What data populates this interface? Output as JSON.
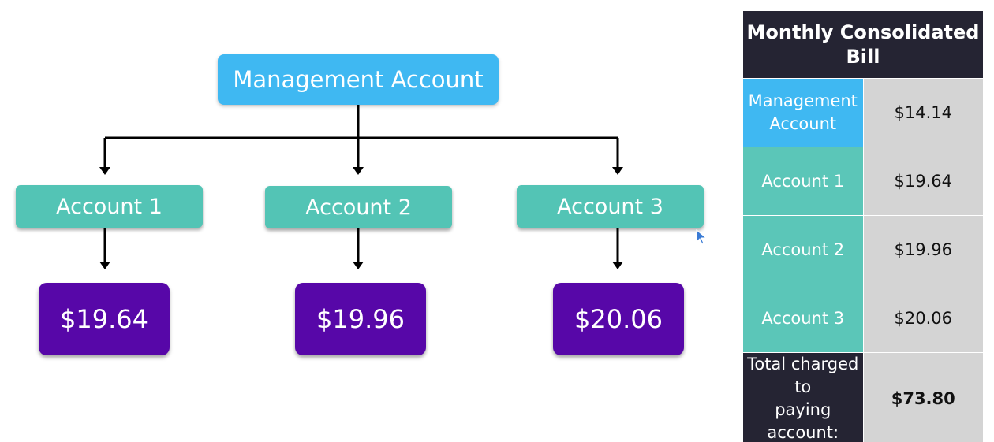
{
  "diagram": {
    "management": {
      "label": "Management Account",
      "color": "#3fb8f2"
    },
    "accounts": [
      {
        "label": "Account 1",
        "cost": "$19.64"
      },
      {
        "label": "Account 2",
        "cost": "$19.96"
      },
      {
        "label": "Account 3",
        "cost": "$20.06"
      }
    ],
    "account_color": "#53c4b5",
    "cost_color": "#5707a8"
  },
  "bill": {
    "title_line1": "Monthly Consolidated",
    "title_line2": "Bill",
    "rows": [
      {
        "name_line1": "Management",
        "name_line2": "Account",
        "amount": "$14.14"
      },
      {
        "name_line1": "Account 1",
        "name_line2": "",
        "amount": "$19.64"
      },
      {
        "name_line1": "Account 2",
        "name_line2": "",
        "amount": "$19.96"
      },
      {
        "name_line1": "Account 3",
        "name_line2": "",
        "amount": "$20.06"
      }
    ],
    "total_line1": "Total charged to",
    "total_line2": "paying account:",
    "total_amount": "$73.80",
    "header_color": "#252433",
    "amount_cell_color": "#d4d4d4"
  }
}
